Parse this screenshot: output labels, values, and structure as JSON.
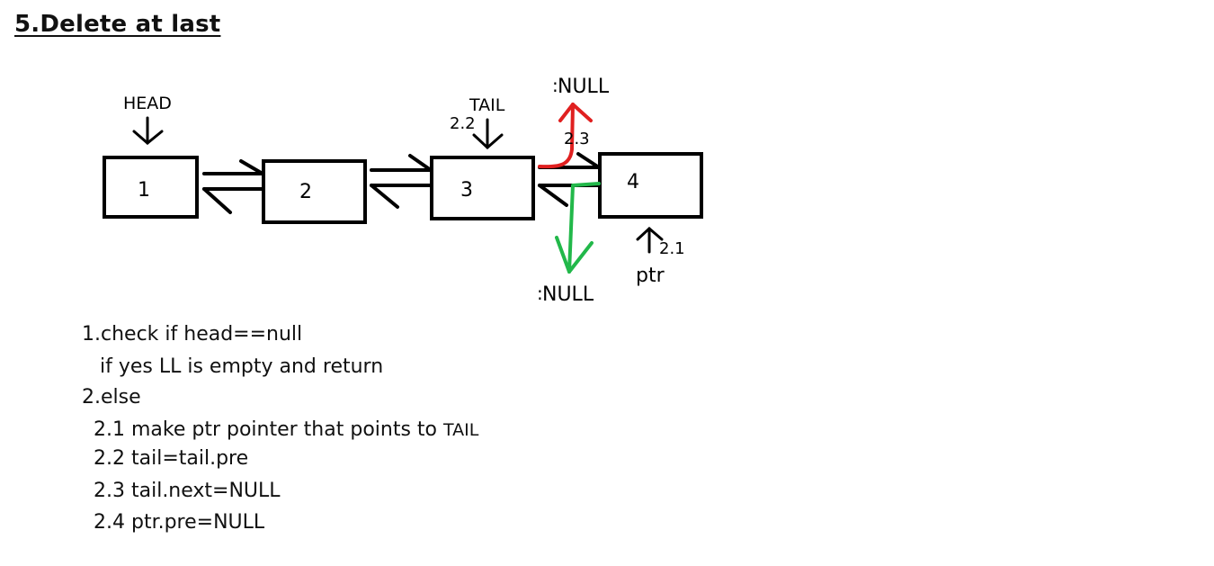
{
  "title": "5.Delete at last",
  "diagram": {
    "nodes": [
      "1",
      "2",
      "3",
      "4"
    ],
    "head_label": "HEAD",
    "tail_label": "TAIL",
    "tail_step": "2.2",
    "ptr_label": "ptr",
    "ptr_step": "2.1",
    "next_step": "2.3",
    "null_top": "NULL",
    "null_bottom": "NULL",
    "colors": {
      "next_null": "#e02020",
      "pre_null": "#22b84a",
      "ink": "#000000"
    }
  },
  "steps": {
    "s1": "1.check if head==null",
    "s1_yes": "if yes LL is empty and return",
    "s2": "2.else",
    "s21_text": "2.1 make ptr pointer that points to",
    "s21_tail": "TAIL",
    "s22": "2.2 tail=tail.pre",
    "s23": "2.3 tail.next=NULL",
    "s24": "2.4 ptr.pre=NULL"
  }
}
